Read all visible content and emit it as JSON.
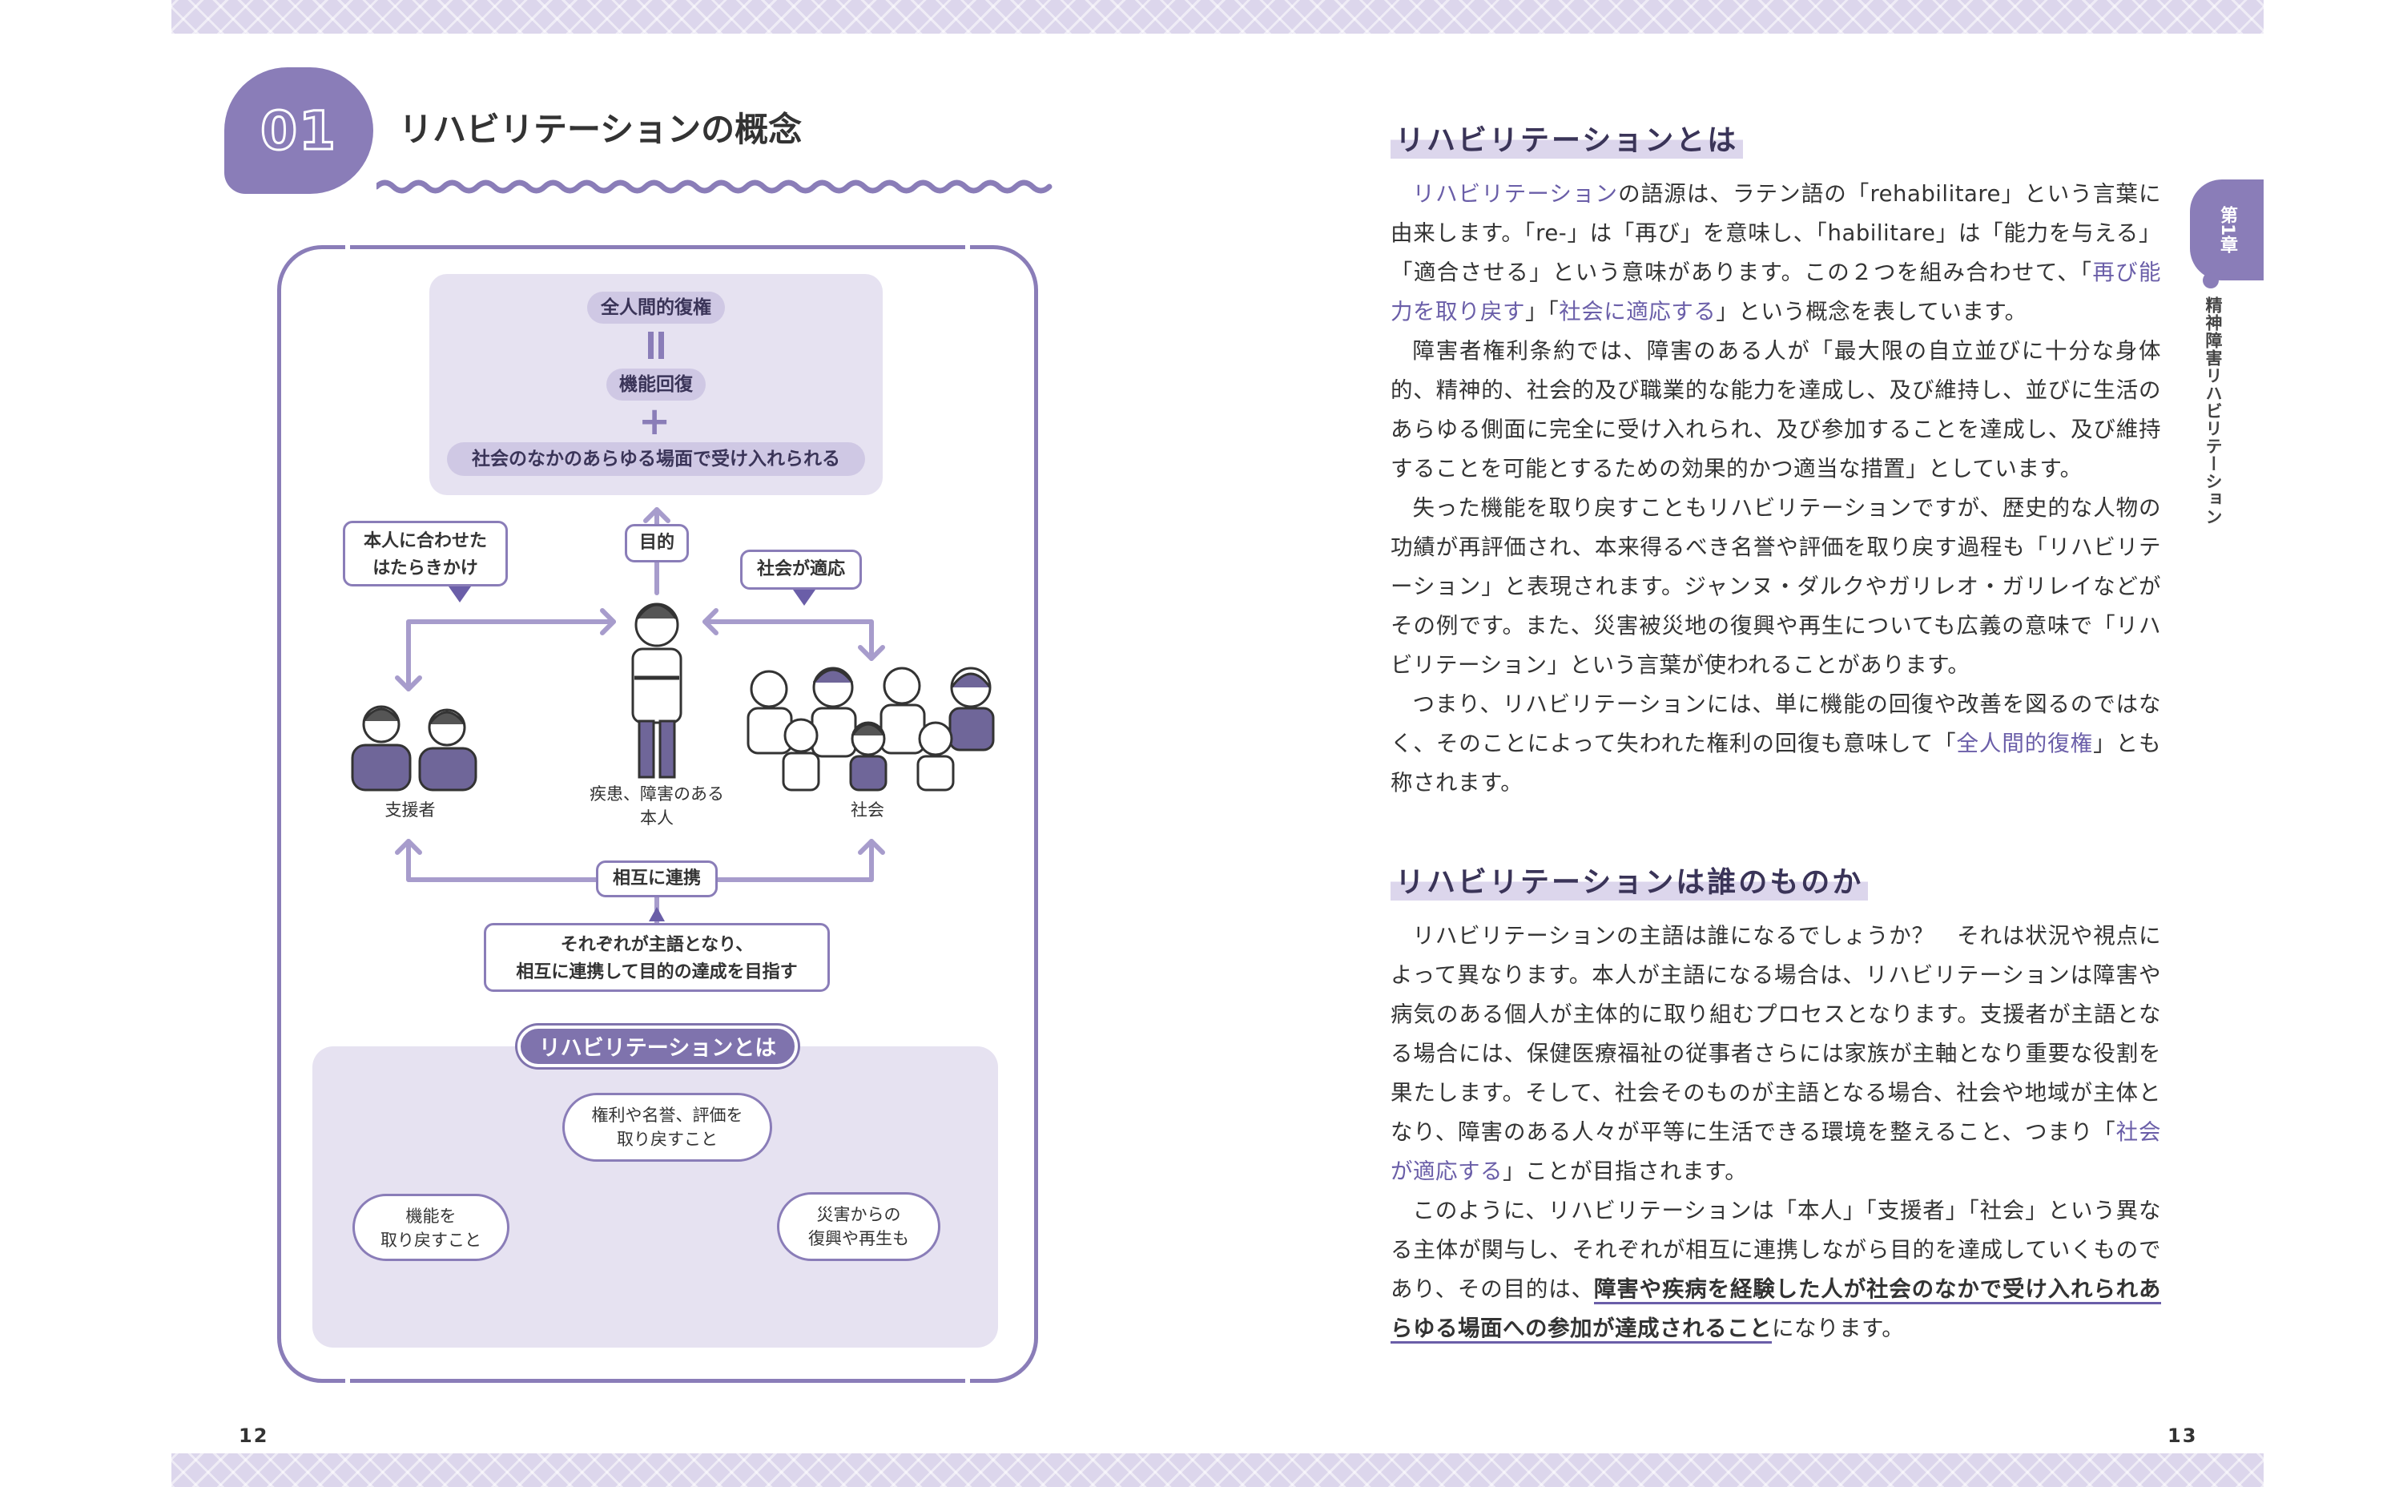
{
  "left_page": {
    "section_number": "01",
    "title": "リハビリテーションの概念",
    "diagram": {
      "top_box": {
        "item1": "全人間的復権",
        "item2": "機能回復",
        "item3": "社会のなかのあらゆる場面で受け入れられる"
      },
      "callout_left": [
        "本人に合わせた",
        "はたらきかけ"
      ],
      "callout_purpose": "目的",
      "callout_right": "社会が適応",
      "label_supporter": "支援者",
      "label_self": [
        "疾患、障害のある",
        "本人"
      ],
      "label_society": "社会",
      "callout_cooperation": "相互に連携",
      "callout_bottom": [
        "それぞれが主語となり、",
        "相互に連携して目的の達成を目指す"
      ],
      "bottom_title": "リハビリテーションとは",
      "bubble_rights": [
        "権利や名誉、評価を",
        "取り戻すこと"
      ],
      "bubble_function": [
        "機能を",
        "取り戻すこと"
      ],
      "bubble_disaster": [
        "災害からの",
        "復興や再生も"
      ]
    },
    "page_number": "12"
  },
  "right_page": {
    "heading1": "リハビリテーションとは",
    "para1": [
      {
        "t": "リハビリテーション",
        "hl": true
      },
      {
        "t": "の語源は、ラテン語の「rehabilitare」という言葉に由来します。「re-」は「再び」を意味し、「habilitare」は「能力を与える」「適合させる」という意味があります。この２つを組み合わせて、「"
      },
      {
        "t": "再び能力を取り戻す",
        "hl": true
      },
      {
        "t": "」「"
      },
      {
        "t": "社会に適応する",
        "hl": true
      },
      {
        "t": "」という概念を表しています。"
      }
    ],
    "para2": "障害者権利条約では、障害のある人が「最大限の自立並びに十分な身体的、精神的、社会的及び職業的な能力を達成し、及び維持し、並びに生活のあらゆる側面に完全に受け入れられ、及び参加することを達成し、及び維持することを可能とするための効果的かつ適当な措置」としています。",
    "para3": "失った機能を取り戻すこともリハビリテーションですが、歴史的な人物の功績が再評価され、本来得るべき名誉や評価を取り戻す過程も「リハビリテーション」と表現されます。ジャンヌ・ダルクやガリレオ・ガリレイなどがその例です。また、災害被災地の復興や再生についても広義の意味で「リハビリテーション」という言葉が使われることがあります。",
    "para4": [
      {
        "t": "つまり、リハビリテーションには、単に機能の回復や改善を図るのではなく、そのことによって失われた権利の回復も意味して「"
      },
      {
        "t": "全人間的復権",
        "hl": true
      },
      {
        "t": "」とも称されます。"
      }
    ],
    "heading2": "リハビリテーションは誰のものか",
    "para5": "リハビリテーションの主語は誰になるでしょうか？　それは状況や視点によって異なります。本人が主語になる場合は、リハビリテーションは障害や病気のある個人が主体的に取り組むプロセスとなります。支援者が主語となる場合には、保健医療福祉の従事者さらには家族が主軸となり重要な役割を果たします。そして、社会そのものが主語となる場合、社会や地域が主体となり、障害のある人々が平等に生活できる環境を整えること、",
    "para5_end": [
      {
        "t": "つまり「"
      },
      {
        "t": "社会が適応する",
        "hl": true
      },
      {
        "t": "」ことが目指されます。"
      }
    ],
    "para6": [
      {
        "t": "このように、リハビリテーションは「本人」「支援者」「社会」という異なる主体が関与し、それぞれが相互に連携しながら目的を達成していくものであり、その目的は、"
      },
      {
        "t": "障害や疾病を経験した人が社会のなかで受け入れられあらゆる場面への参加が達成されること",
        "ul": true
      },
      {
        "t": "になります。"
      }
    ],
    "chapter_tab": "第1章",
    "chapter_name": "精神障害リハビリテーション",
    "page_number": "13"
  },
  "colors": {
    "accent": "#8a7db8",
    "accent_light": "#e6e2f1",
    "highlight_text": "#6a5ea8"
  }
}
